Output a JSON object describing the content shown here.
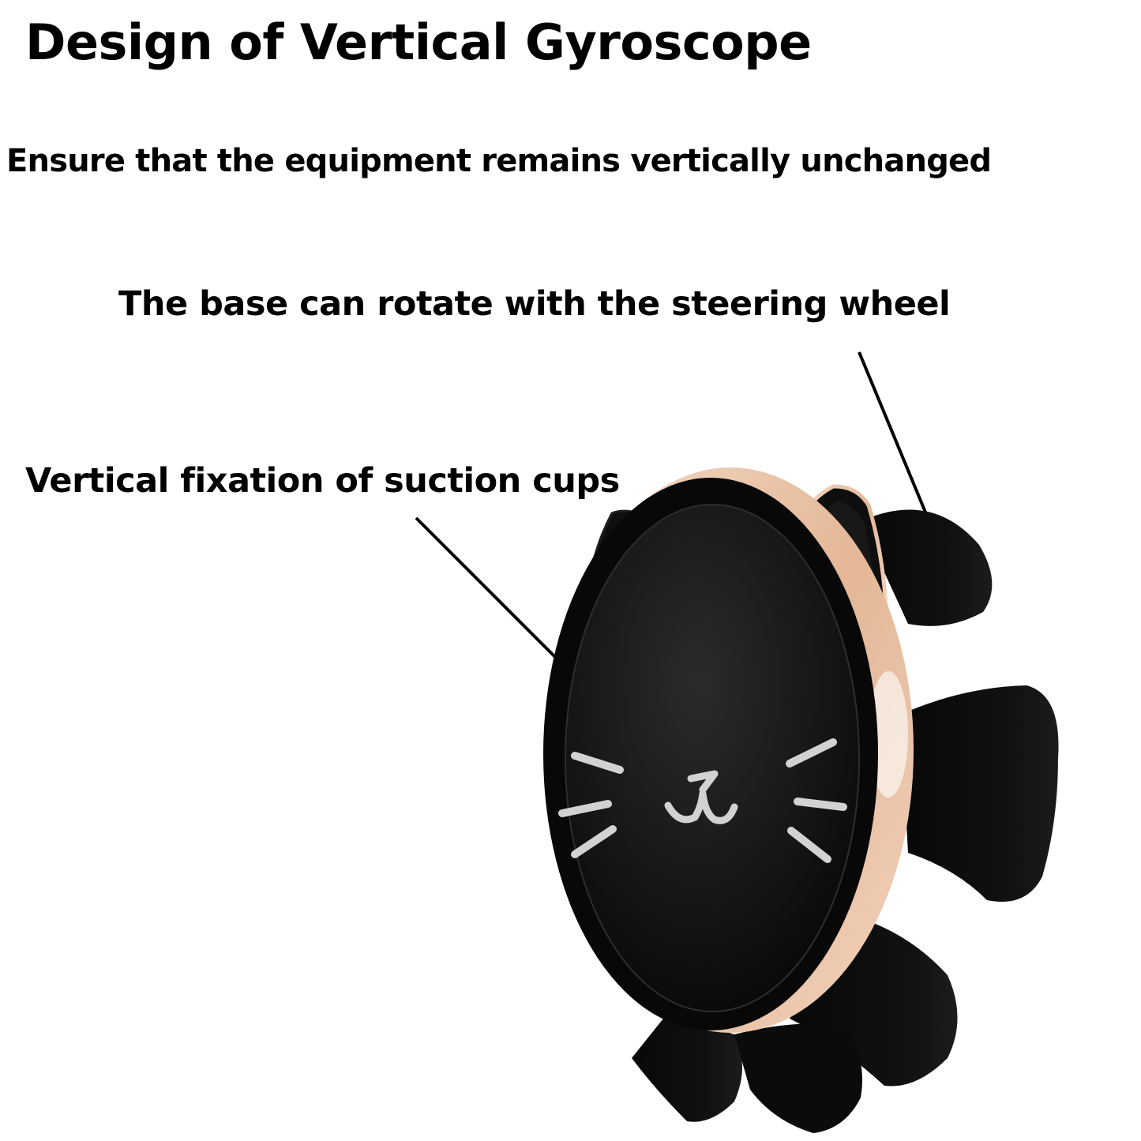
{
  "title": "Design of Vertical Gyroscope",
  "features": [
    {
      "label": "Ensure that the equipment remains vertically unchanged"
    },
    {
      "label": "The base can rotate with the steering wheel"
    },
    {
      "label": "Vertical fixation of suction cups"
    }
  ],
  "colors": {
    "text": "#000000",
    "product_body": "#0d0d0d",
    "rim_accent": "#e8c2a6",
    "whisker": "#d2d2d2",
    "background": "#ffffff"
  }
}
